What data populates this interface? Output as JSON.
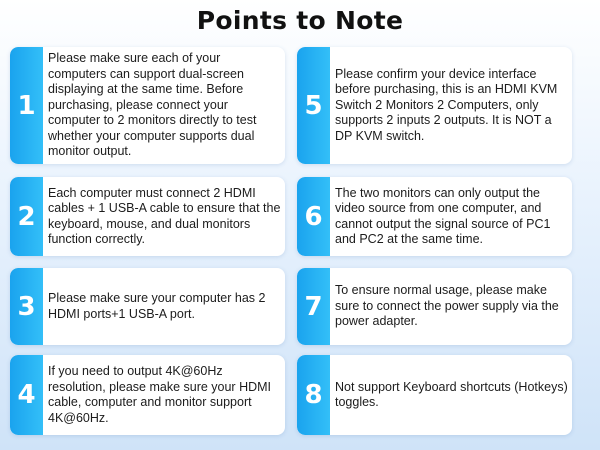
{
  "title": "Points to Note",
  "colors": {
    "accent": "#1aa3ee",
    "card_background": "#ffffff",
    "text": "#1c1c1c"
  },
  "points": [
    {
      "number": "1",
      "text": "Please make sure each of your computers can support dual-screen displaying at the same time. Before purchasing, please connect your computer to 2 monitors directly to test whether your computer supports dual monitor output."
    },
    {
      "number": "2",
      "text": "Each computer must connect 2 HDMI cables + 1 USB-A cable to ensure that the keyboard, mouse, and dual monitors function correctly."
    },
    {
      "number": "3",
      "text": "Please make sure your computer has 2 HDMI ports+1 USB-A port."
    },
    {
      "number": "4",
      "text": "If you need to output 4K@60Hz resolution, please make sure your HDMI cable, computer and monitor support 4K@60Hz."
    },
    {
      "number": "5",
      "text": "Please confirm your device interface before purchasing, this is an HDMI KVM Switch 2 Monitors 2 Computers, only supports 2 inputs 2 outputs. It is NOT a DP KVM switch."
    },
    {
      "number": "6",
      "text": "The two monitors can only output the video source from one computer, and cannot output the signal source of PC1 and PC2 at the same time."
    },
    {
      "number": "7",
      "text": "To ensure normal usage, please make sure to connect the power supply via the power adapter."
    },
    {
      "number": "8",
      "text": "Not support Keyboard shortcuts (Hotkeys) toggles."
    }
  ]
}
